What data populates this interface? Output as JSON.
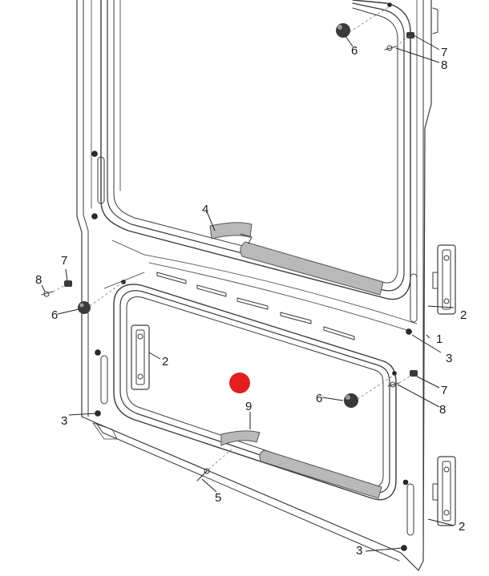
{
  "callouts": {
    "c1": "1",
    "c2_a": "2",
    "c2_b": "2",
    "c2_c": "2",
    "c3_a": "3",
    "c3_b": "3",
    "c3_c": "3",
    "c4": "4",
    "c5": "5",
    "c6_a": "6",
    "c6_b": "6",
    "c6_c": "6",
    "c7_a": "7",
    "c7_b": "7",
    "c7_c": "7",
    "c8_a": "8",
    "c8_b": "8",
    "c8_c": "8",
    "c9": "9"
  },
  "marker": {
    "color": "#e31e1e"
  },
  "colors": {
    "line": "#3a3a3a",
    "seal": "#b9b9b9",
    "background": "#ffffff"
  }
}
